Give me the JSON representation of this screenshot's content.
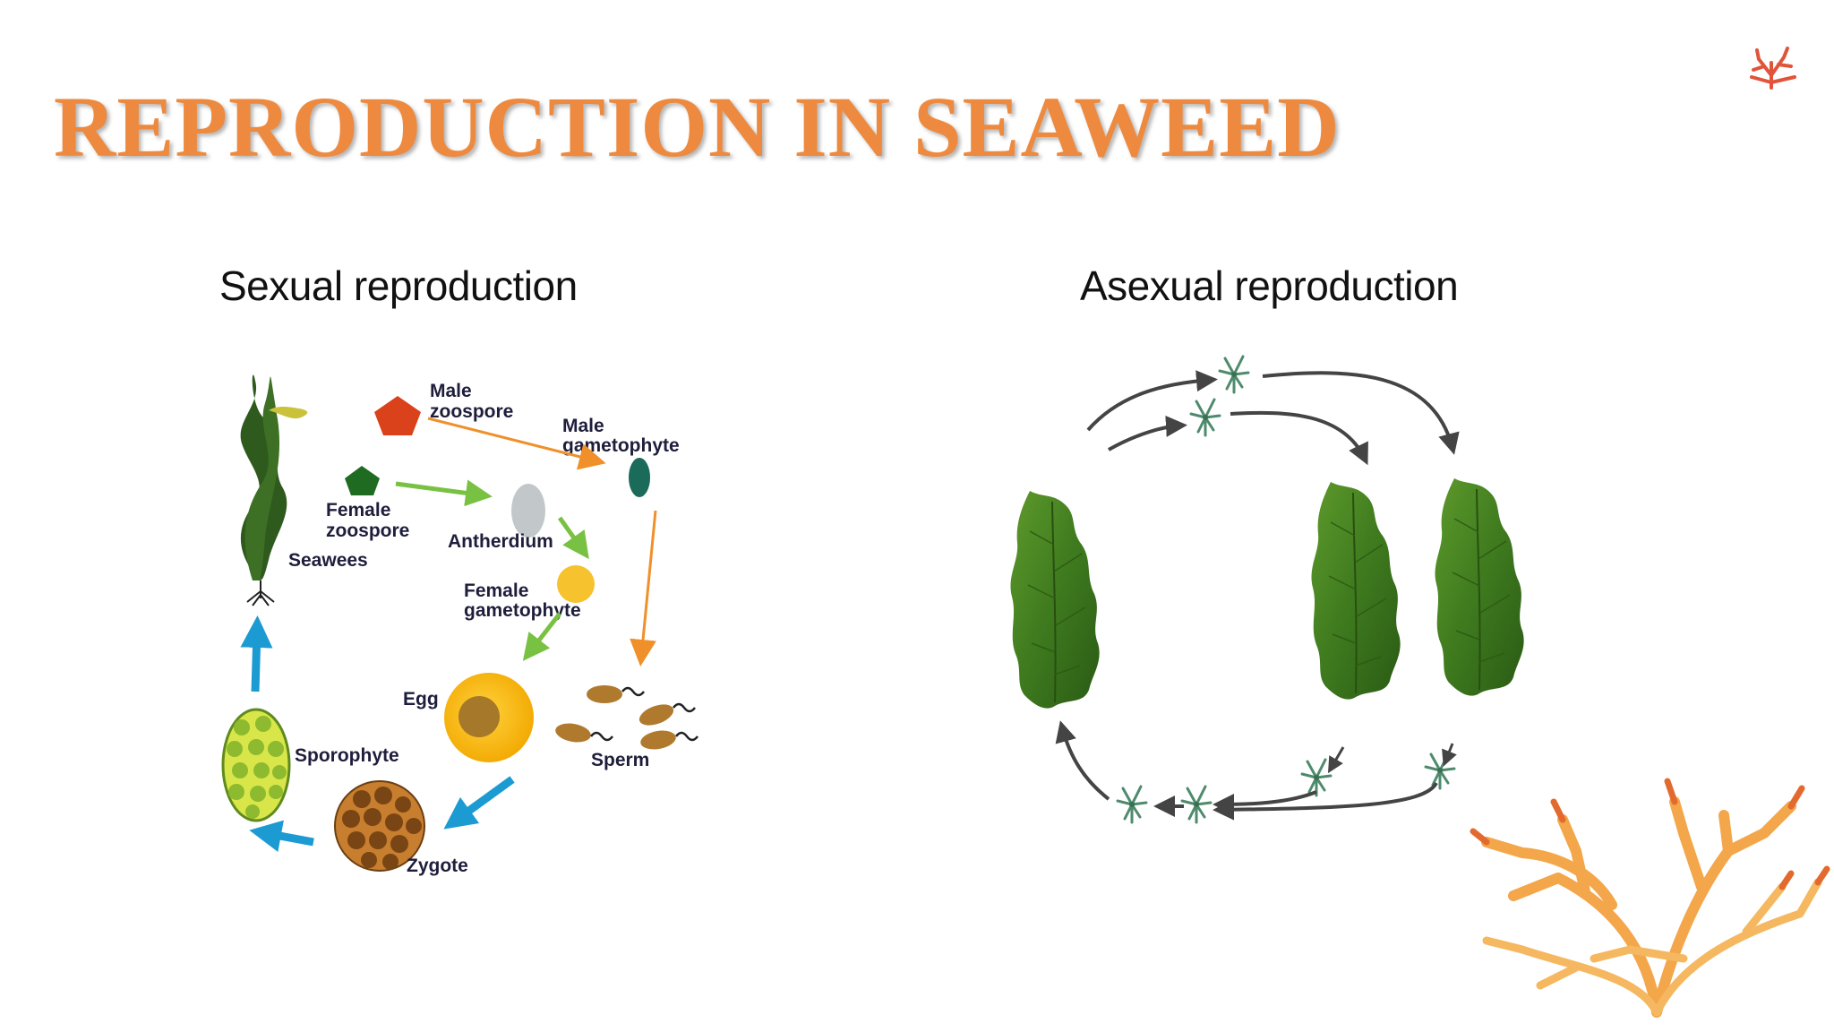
{
  "slide": {
    "title": "REPRODUCTION IN SEAWEED",
    "sexual_heading": "Sexual reproduction",
    "asexual_heading": "Asexual reproduction"
  },
  "sexual_diagram": {
    "labels": {
      "male_zoospore_1": "Male",
      "male_zoospore_2": "zoospore",
      "male_gametophyte_1": "Male",
      "male_gametophyte_2": "gametophyte",
      "female_zoospore_1": "Female",
      "female_zoospore_2": "zoospore",
      "antherdium": "Antherdium",
      "seawees": "Seawees",
      "female_gametophyte_1": "Female",
      "female_gametophyte_2": "gametophyte",
      "egg": "Egg",
      "sperm": "Sperm",
      "sporophyte": "Sporophyte",
      "zygote": "Zygote"
    }
  },
  "colors": {
    "title": "#ED8A3F",
    "arrow_blue": "#1B9BD1",
    "arrow_green": "#79C143",
    "arrow_orange": "#F0902A",
    "seaweed_green": "#2F5A1E",
    "coral_orange": "#F3A64A"
  }
}
